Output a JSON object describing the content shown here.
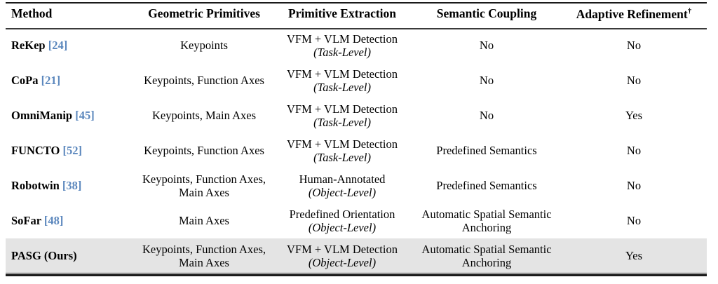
{
  "table": {
    "columns": [
      {
        "key": "method",
        "label": "Method",
        "align": "left"
      },
      {
        "key": "geometric_primitives",
        "label": "Geometric Primitives",
        "align": "center"
      },
      {
        "key": "primitive_extraction",
        "label": "Primitive Extraction",
        "align": "center"
      },
      {
        "key": "semantic_coupling",
        "label": "Semantic Coupling",
        "align": "center"
      },
      {
        "key": "adaptive_refinement",
        "label": "Adaptive Refinement",
        "align": "center",
        "superscript": "†"
      }
    ],
    "rows": [
      {
        "method_name": "ReKep",
        "method_citation": "[24]",
        "geometric_primitives": "Keypoints",
        "primitive_extraction_main": "VFM + VLM Detection",
        "primitive_extraction_level": "(Task-Level)",
        "semantic_coupling": "No",
        "adaptive_refinement": "No",
        "highlighted": false
      },
      {
        "method_name": "CoPa",
        "method_citation": "[21]",
        "geometric_primitives": "Keypoints, Function Axes",
        "primitive_extraction_main": "VFM + VLM Detection",
        "primitive_extraction_level": "(Task-Level)",
        "semantic_coupling": "No",
        "adaptive_refinement": "No",
        "highlighted": false
      },
      {
        "method_name": "OmniManip",
        "method_citation": "[45]",
        "geometric_primitives": "Keypoints, Main Axes",
        "primitive_extraction_main": "VFM + VLM Detection",
        "primitive_extraction_level": "(Task-Level)",
        "semantic_coupling": "No",
        "adaptive_refinement": "Yes",
        "highlighted": false
      },
      {
        "method_name": "FUNCTO",
        "method_citation": "[52]",
        "geometric_primitives": "Keypoints, Function Axes",
        "primitive_extraction_main": "VFM + VLM Detection",
        "primitive_extraction_level": "(Task-Level)",
        "semantic_coupling": "Predefined Semantics",
        "adaptive_refinement": "No",
        "highlighted": false
      },
      {
        "method_name": "Robotwin",
        "method_citation": "[38]",
        "geometric_primitives": "Keypoints, Function Axes, Main Axes",
        "primitive_extraction_main": "Human-Annotated",
        "primitive_extraction_level": "(Object-Level)",
        "semantic_coupling": "Predefined Semantics",
        "adaptive_refinement": "No",
        "highlighted": false
      },
      {
        "method_name": "SoFar",
        "method_citation": "[48]",
        "geometric_primitives": "Main Axes",
        "primitive_extraction_main": "Predefined Orientation",
        "primitive_extraction_level": "(Object-Level)",
        "semantic_coupling": "Automatic Spatial Semantic Anchoring",
        "adaptive_refinement": "No",
        "highlighted": false
      },
      {
        "method_name": "PASG (Ours)",
        "method_citation": "",
        "geometric_primitives": "Keypoints, Function Axes, Main Axes",
        "primitive_extraction_main": "VFM + VLM Detection",
        "primitive_extraction_level": "(Object-Level)",
        "semantic_coupling": "Automatic Spatial Semantic Anchoring",
        "adaptive_refinement": "Yes",
        "highlighted": true
      }
    ]
  },
  "style": {
    "citation_color": "#5b87bd",
    "highlight_row_color": "#e4e4e4",
    "rule_color": "#1a1a1a",
    "text_color": "#000000"
  }
}
